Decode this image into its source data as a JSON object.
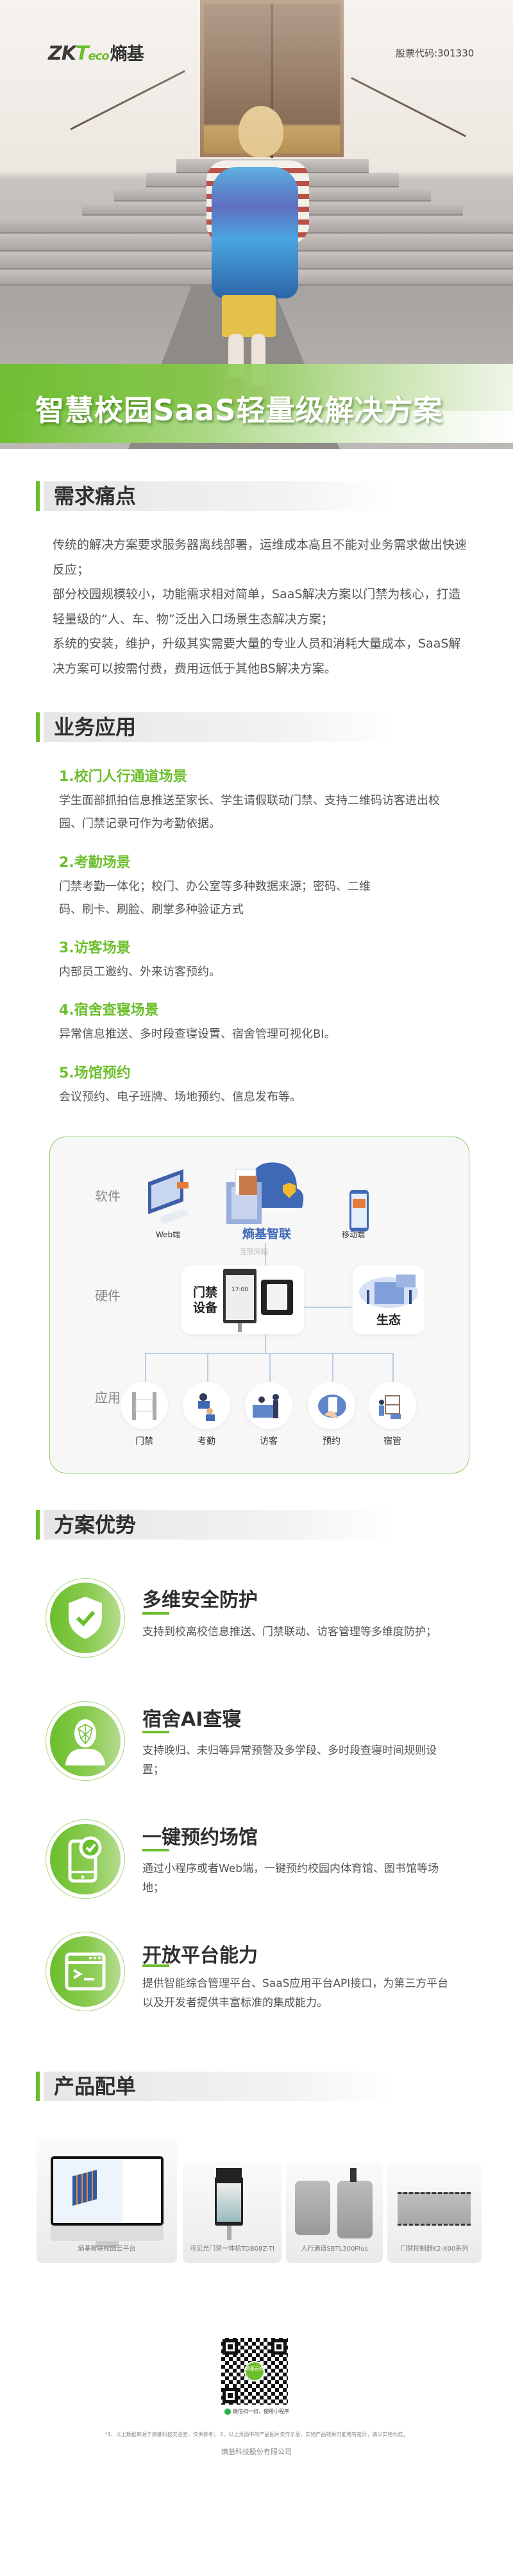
{
  "header": {
    "logo_text": "ZKTeco熵基",
    "stock_code": "股票代码:301330",
    "title": "智慧校园SaaS轻量级解决方案"
  },
  "sections": {
    "pain_points": {
      "heading": "需求痛点",
      "lines": [
        "传统的解决方案要求服务器离线部署，运维成本高且不能对业务需求做出快速反应；",
        "部分校园规模较小，功能需求相对简单，SaaS解决方案以门禁为核心，打造轻量级的“人、车、物”泛出入口场景生态解决方案；",
        "系统的安装，维护，升级其实需要大量的专业人员和消耗大量成本，SaaS解决方案可以按需付费，费用远低于其他BS解决方案。"
      ]
    },
    "business": {
      "heading": "业务应用",
      "items": [
        {
          "title": "1.校门人行通道场景",
          "desc": "学生面部抓拍信息推送至家长、学生请假联动门禁、支持二维码访客进出校园、门禁记录可作为考勤依据。"
        },
        {
          "title": "2.考勤场景",
          "desc": "门禁考勤一体化；校门、办公室等多种数据来源；密码、二维码、刷卡、刷脸、刷掌多种验证方式"
        },
        {
          "title": "3.访客场景",
          "desc": "内部员工邀约、外来访客预约。"
        },
        {
          "title": "4.宿舍查寝场景",
          "desc": "异常信息推送、多时段查寝设置、宿舍管理可视化BI。"
        },
        {
          "title": "5.场馆预约",
          "desc": "会议预约、电子班牌、场地预约、信息发布等。"
        }
      ]
    },
    "diagram": {
      "row_software": "软件",
      "row_hardware": "硬件",
      "row_application": "应用",
      "web": "Web端",
      "cloud": "熵基智联",
      "mobile": "移动端",
      "network": "互联网络",
      "device": "门禁设备",
      "device_time": "17:00",
      "ecosystem": "生态",
      "apps": [
        "门禁",
        "考勤",
        "访客",
        "预约",
        "宿管"
      ]
    },
    "advantages": {
      "heading": "方案优势",
      "items": [
        {
          "title": "多维安全防护",
          "desc": "支持到校离校信息推送、门禁联动、访客管理等多维度防护；",
          "icon": "shield-check-icon"
        },
        {
          "title": "宿舍AI查寝",
          "desc": "支持晚归、未归等异常预警及多学段、多时段查寝时间规则设置；",
          "icon": "face-recognition-icon"
        },
        {
          "title": "一键预约场馆",
          "desc": "通过小程序或者Web端，一键预约校园内体育馆、图书馆等场地；",
          "icon": "phone-booking-icon"
        },
        {
          "title": "开放平台能力",
          "desc": "提供智能综合管理平台、SaaS应用平台API接口，为第三方平台以及开发者提供丰富标准的集成能力。",
          "icon": "terminal-icon"
        }
      ]
    },
    "products": {
      "heading": "产品配单",
      "items": [
        {
          "label": "熵基智联校园云平台"
        },
        {
          "label": "可见光门禁一体机TDB08Z-TI"
        },
        {
          "label": "人行通道SBTL300Plus"
        },
        {
          "label": "门禁控制器K2-X00系列"
        }
      ]
    }
  },
  "footer": {
    "qr_badge": "熵基云商",
    "qr_caption": "微信扫一扫，使用小程序",
    "disclaimer": "*1、以上数据来源于熵基科技实验室，仅供参考；  2、以上页面中的产品图片仅作示意，实物产品效果可能略有差异，请以实物为准。",
    "company": "熵基科技股份有限公司"
  },
  "colors": {
    "accent": "#6cbf2c",
    "text": "#555555",
    "heading": "#2e2e2e",
    "diagram_blue": "#3f68b5"
  }
}
